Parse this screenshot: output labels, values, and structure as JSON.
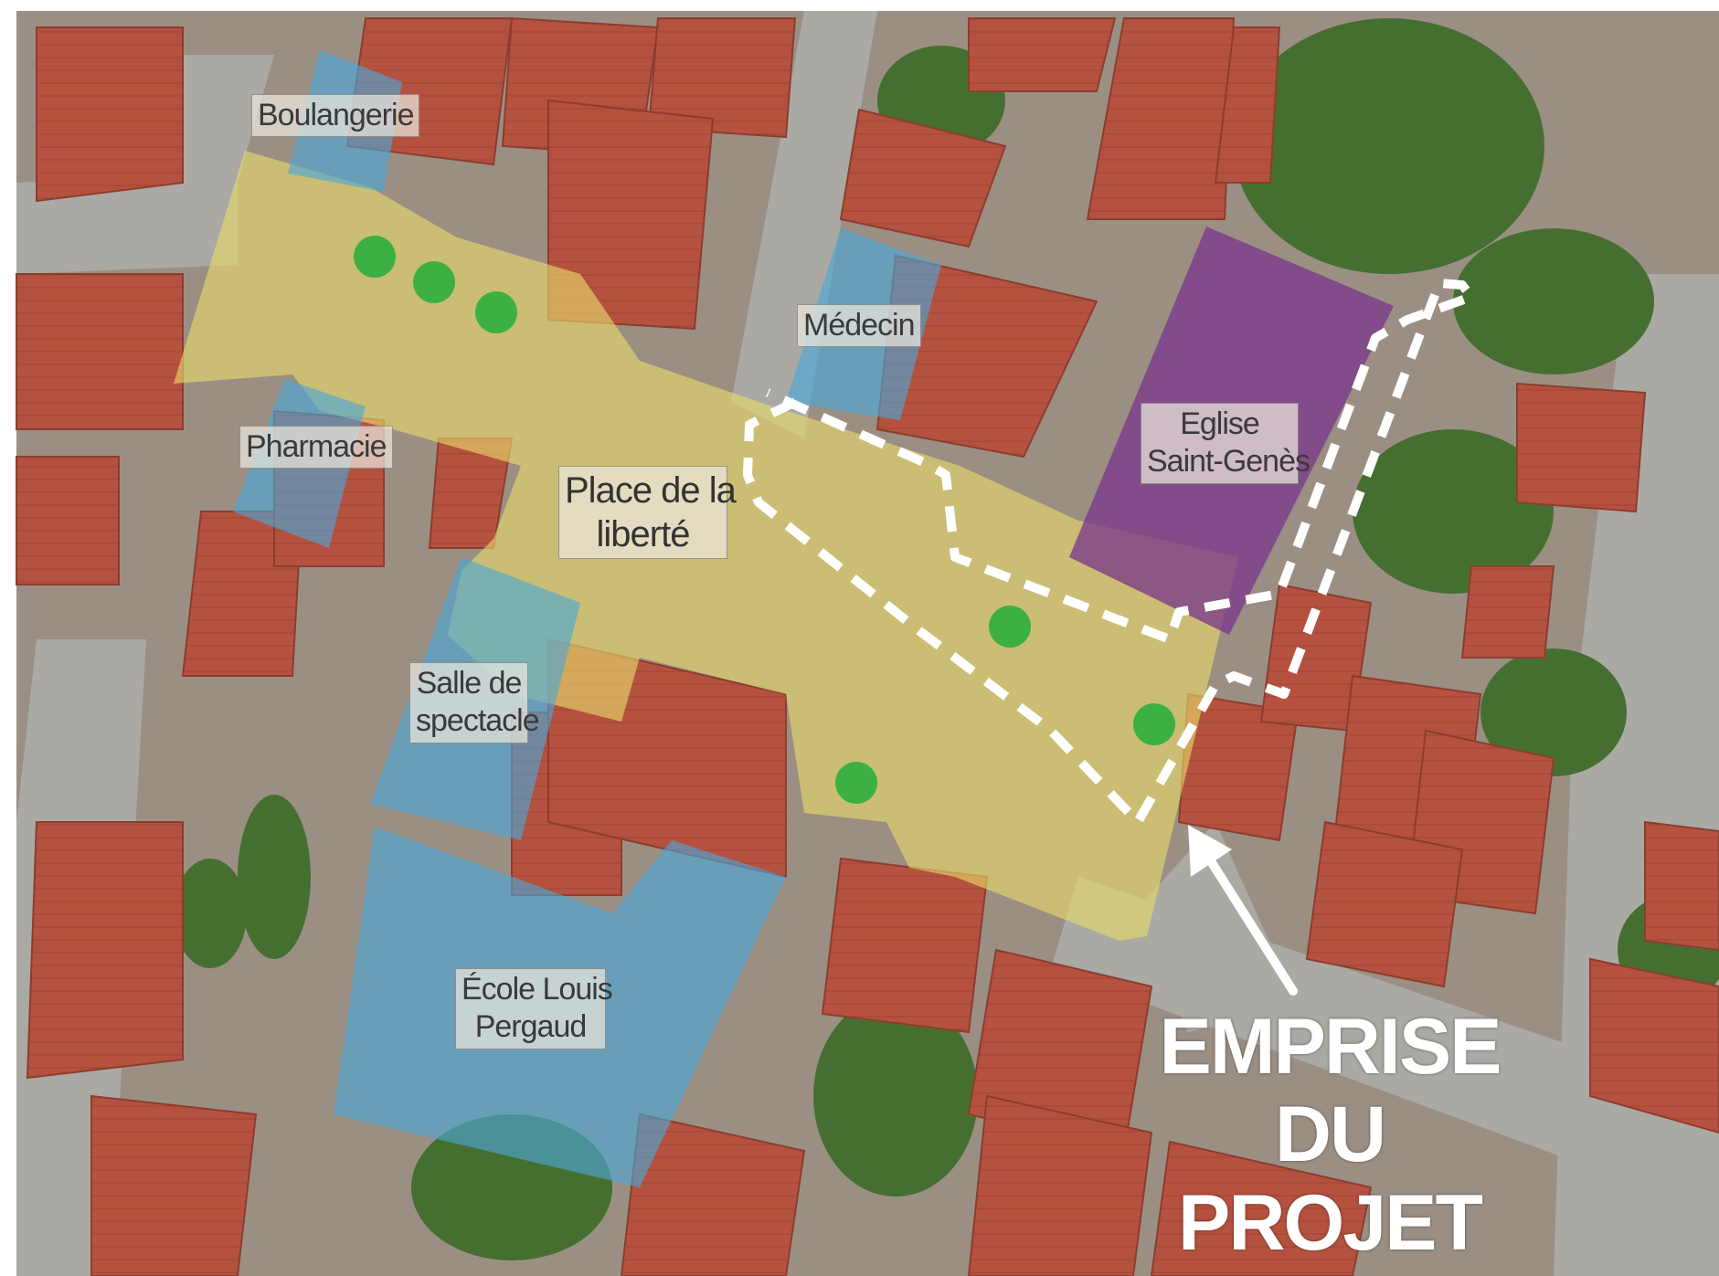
{
  "map": {
    "poi_labels": {
      "boulangerie": "Boulangerie",
      "medecin": "Médecin",
      "pharmacie": "Pharmacie",
      "eglise_line1": "Eglise",
      "eglise_line2": "Saint-Genès",
      "place_line1": "Place de la",
      "place_line2": "liberté",
      "salle_line1": "Salle de",
      "salle_line2": "spectacle",
      "ecole_line1": "École Louis",
      "ecole_line2": "Pergaud"
    },
    "project_label": {
      "line1": "EMPRISE DU",
      "line2": "PROJET"
    },
    "tree_marker_count": 6,
    "colors": {
      "public_space": "#e8dc6a",
      "public_building": "#4aa8d8",
      "church": "#7a3a8a",
      "tree_marker": "#3cb043",
      "project_outline": "#ffffff",
      "roof": "#b5523f",
      "road": "#a9a8a3",
      "vegetation": "#3f6b2d"
    }
  }
}
